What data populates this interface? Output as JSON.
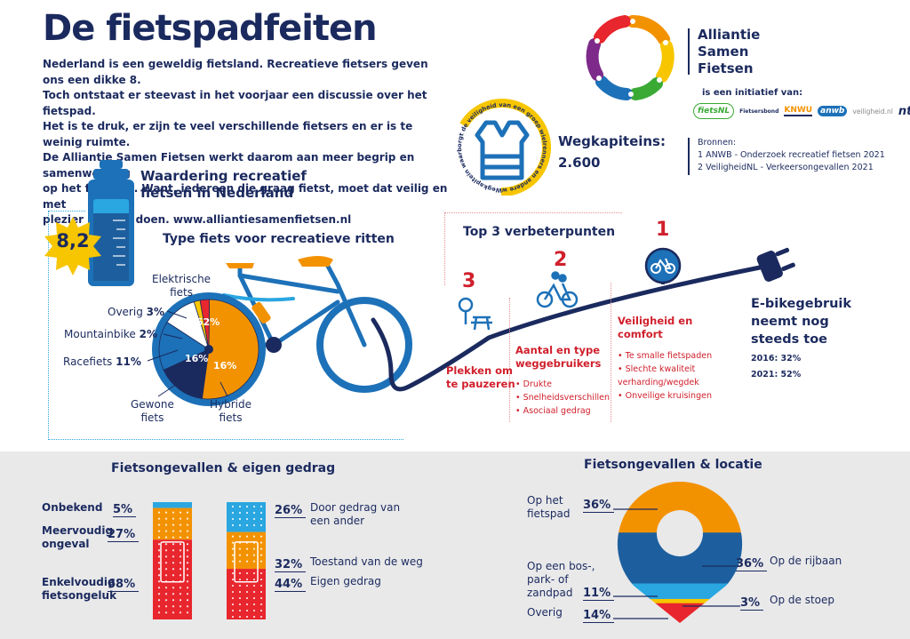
{
  "title": "De fietspadfeiten",
  "intro": [
    "Nederland is een geweldig fietsland. Recreatieve fietsers geven ons een dikke 8.",
    "Toch ontstaat er steevast in het voorjaar een discussie over het fietspad.",
    "Het is te druk, er zijn te veel verschillende fietsers en er is te weinig ruimte.",
    "De Alliantie Samen Fietsen werkt daarom aan meer begrip en samenwerking",
    "op het fietspad. Want, iedereen die graag fietst, moet dat veilig en met",
    "plezier kunnen doen. www.alliantiesamenfietsen.nl"
  ],
  "brand": {
    "name_lines": [
      "Alliantie",
      "Samen",
      "Fietsen"
    ],
    "initiative": "is een initiatief van:",
    "partners": [
      "fietsNL",
      "Fietsersbond",
      "KNWU",
      "anwb",
      "veiligheid.nl",
      "ntfu"
    ],
    "sources_title": "Bronnen:",
    "sources": [
      "1 ANWB - Onderzoek recreatief fietsen 2021",
      "2 VeiligheidNL - Verkeersongevallen 2021"
    ],
    "colors": [
      "#e8262d",
      "#f39200",
      "#f7c600",
      "#3aaa35",
      "#1d71b8",
      "#7d2a8a"
    ]
  },
  "wegkapiteins": {
    "label": "Wegkapiteins:",
    "value": "2.600",
    "ring_text": "Wegkapitein waarborgt de veiligheid van een groep wielrenners en andere weggebruikers."
  },
  "waardering": {
    "title_lines": [
      "Waardering recreatief",
      "fietsen in Nederland"
    ],
    "score": "8,2"
  },
  "type_fiets": {
    "title": "Type fiets voor recreatieve ritten",
    "labels": {
      "elektrisch": [
        "Elektrische",
        "fiets"
      ],
      "overig": "Overig",
      "mountainbike": "Mountainbike",
      "racefiets": "Racefiets",
      "gewone": [
        "Gewone",
        "fiets"
      ],
      "hybride": [
        "Hybride",
        "fiets"
      ]
    }
  },
  "chart_data": [
    {
      "type": "pie",
      "categories": [
        "Elektrische fiets",
        "Hybride fiets",
        "Gewone fiets",
        "Racefiets",
        "Mountainbike",
        "Overig"
      ],
      "values": [
        52,
        16,
        16,
        11,
        2,
        3
      ],
      "display": [
        "52%",
        "16%",
        "16%",
        "11%",
        "2%",
        "3%"
      ],
      "colors": [
        "#f39200",
        "#1b2a5e",
        "#1d71b8",
        "#ffffff",
        "#f7c600",
        "#e8262d"
      ]
    },
    {
      "type": "bar",
      "categories": [
        "Onbekend",
        "Meervoudig ongeval",
        "Enkelvoudig fietsongeluk"
      ],
      "values": [
        5,
        27,
        68
      ],
      "display": [
        "5%",
        "27%",
        "68%"
      ],
      "colors": [
        "#2aa6e0",
        "#f39200",
        "#e8262d"
      ]
    },
    {
      "type": "bar",
      "categories": [
        "Door gedrag van een ander",
        "Toestand van de weg",
        "Eigen gedrag"
      ],
      "values": [
        26,
        32,
        44
      ],
      "display": [
        "26%",
        "32%",
        "44%"
      ],
      "colors": [
        "#2aa6e0",
        "#f39200",
        "#e8262d"
      ]
    },
    {
      "type": "pie",
      "categories": [
        "Op het fietspad",
        "Op de rijbaan",
        "Op een bos-, park- of zandpad",
        "Op de stoep",
        "Overig"
      ],
      "values": [
        36,
        36,
        11,
        3,
        14
      ],
      "display": [
        "36%",
        "36%",
        "11%",
        "3%",
        "14%"
      ],
      "colors": [
        "#f39200",
        "#1d5f9e",
        "#2aa6e0",
        "#f7c600",
        "#e8262d"
      ]
    }
  ],
  "top3": {
    "title": "Top 3 verbeterpunten",
    "items": [
      {
        "rank": "3",
        "title_lines": [
          "Plekken om",
          "te pauzeren"
        ],
        "bullets": []
      },
      {
        "rank": "2",
        "title_lines": [
          "Aantal en type",
          "weggebruikers"
        ],
        "bullets": [
          "Drukte",
          "Snelheidsverschillen",
          "Asociaal gedrag"
        ]
      },
      {
        "rank": "1",
        "title_lines": [
          "Veiligheid en",
          "comfort"
        ],
        "bullets": [
          "Te smalle fietspaden",
          "Slechte kwaliteit verharding/wegdek",
          "Onveilige kruisingen"
        ]
      }
    ]
  },
  "ebike": {
    "title_lines": [
      "E-bikegebruik",
      "neemt nog",
      "steeds toe"
    ],
    "years": [
      "2016: 32%",
      "2021: 52%"
    ]
  },
  "gedrag": {
    "title": "Fietsongevallen & eigen gedrag",
    "left": [
      {
        "label": [
          "Onbekend"
        ],
        "pct": "5%"
      },
      {
        "label": [
          "Meervoudig",
          "ongeval"
        ],
        "pct": "27%"
      },
      {
        "label": [
          "Enkelvoudig",
          "fietsongeluk"
        ],
        "pct": "68%"
      }
    ],
    "right": [
      {
        "label": [
          "Door gedrag van",
          "een ander"
        ],
        "pct": "26%"
      },
      {
        "label": [
          "Toestand van de weg"
        ],
        "pct": "32%"
      },
      {
        "label": [
          "Eigen gedrag"
        ],
        "pct": "44%"
      }
    ]
  },
  "locatie": {
    "title": "Fietsongevallen & locatie",
    "items": [
      {
        "label": [
          "Op het",
          "fietspad"
        ],
        "pct": "36%"
      },
      {
        "label": [
          "Op de rijbaan"
        ],
        "pct": "36%"
      },
      {
        "label": [
          "Op een bos-,",
          "park- of",
          "zandpad"
        ],
        "pct": "11%"
      },
      {
        "label": [
          "Op de stoep"
        ],
        "pct": "3%"
      },
      {
        "label": [
          "Overig"
        ],
        "pct": "14%"
      }
    ]
  }
}
